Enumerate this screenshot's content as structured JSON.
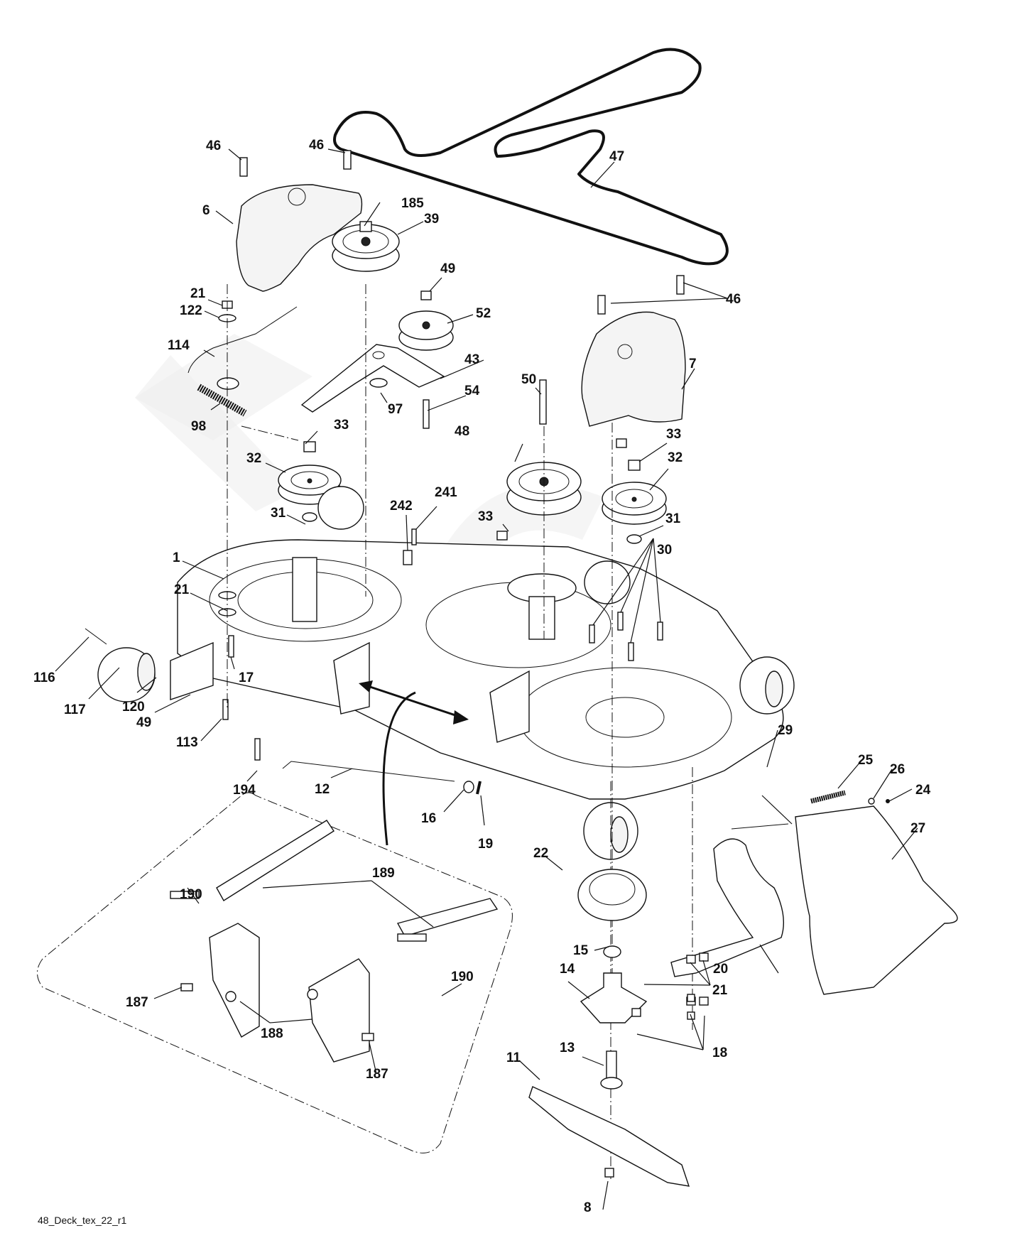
{
  "diagram": {
    "title_code": "48_Deck_tex_22_r1",
    "subject": "Mower deck exploded parts view",
    "callouts": [
      {
        "id": "c46a",
        "label": "46",
        "part": "bolt"
      },
      {
        "id": "c46b",
        "label": "46",
        "part": "bolt"
      },
      {
        "id": "c47",
        "label": "47",
        "part": "drive belt"
      },
      {
        "id": "c6",
        "label": "6",
        "part": "left belt cover"
      },
      {
        "id": "c185",
        "label": "185",
        "part": "nut"
      },
      {
        "id": "c39",
        "label": "39",
        "part": "idler pulley"
      },
      {
        "id": "c49a",
        "label": "49",
        "part": "nut"
      },
      {
        "id": "c52",
        "label": "52",
        "part": "idler pulley"
      },
      {
        "id": "c21a",
        "label": "21",
        "part": "nut"
      },
      {
        "id": "c122",
        "label": "122",
        "part": "washer"
      },
      {
        "id": "c46c",
        "label": "46",
        "part": "bolts"
      },
      {
        "id": "c114",
        "label": "114",
        "part": "idler rod"
      },
      {
        "id": "c43",
        "label": "43",
        "part": "idler arm"
      },
      {
        "id": "c7",
        "label": "7",
        "part": "right belt cover"
      },
      {
        "id": "c50",
        "label": "50",
        "part": "bolt"
      },
      {
        "id": "c54",
        "label": "54",
        "part": "bolt"
      },
      {
        "id": "c98",
        "label": "98",
        "part": "spring"
      },
      {
        "id": "c97",
        "label": "97",
        "part": "washer"
      },
      {
        "id": "c33a",
        "label": "33",
        "part": "nut"
      },
      {
        "id": "c48",
        "label": "48",
        "part": "idler pulley"
      },
      {
        "id": "c33b",
        "label": "33",
        "part": "nut"
      },
      {
        "id": "c32a",
        "label": "32",
        "part": "spindle pulley"
      },
      {
        "id": "c32b",
        "label": "32",
        "part": "spindle pulley"
      },
      {
        "id": "c242",
        "label": "242",
        "part": "bumper"
      },
      {
        "id": "c241",
        "label": "241",
        "part": "screw"
      },
      {
        "id": "c31a",
        "label": "31",
        "part": "washer"
      },
      {
        "id": "c33c",
        "label": "33",
        "part": "nut"
      },
      {
        "id": "c31b",
        "label": "31",
        "part": "washer"
      },
      {
        "id": "c30",
        "label": "30",
        "part": "bolts"
      },
      {
        "id": "c1",
        "label": "1",
        "part": "deck housing"
      },
      {
        "id": "c21b",
        "label": "21",
        "part": "nut"
      },
      {
        "id": "c116",
        "label": "116",
        "part": "bolt"
      },
      {
        "id": "c17",
        "label": "17",
        "part": "bolt"
      },
      {
        "id": "c117",
        "label": "117",
        "part": "gauge wheel"
      },
      {
        "id": "c120",
        "label": "120",
        "part": "spacer"
      },
      {
        "id": "c49b",
        "label": "49",
        "part": "nut"
      },
      {
        "id": "c113",
        "label": "113",
        "part": "bolt"
      },
      {
        "id": "c194",
        "label": "194",
        "part": "bolt"
      },
      {
        "id": "c12",
        "label": "12",
        "part": "stabilizer rod"
      },
      {
        "id": "c29",
        "label": "29",
        "part": "hinge rod"
      },
      {
        "id": "c25",
        "label": "25",
        "part": "spring"
      },
      {
        "id": "c26",
        "label": "26",
        "part": "washer"
      },
      {
        "id": "c24",
        "label": "24",
        "part": "push nut"
      },
      {
        "id": "c16",
        "label": "16",
        "part": "washer"
      },
      {
        "id": "c19",
        "label": "19",
        "part": "pin"
      },
      {
        "id": "c27",
        "label": "27",
        "part": "discharge chute"
      },
      {
        "id": "c22",
        "label": "22",
        "part": "bearing housing"
      },
      {
        "id": "c190a",
        "label": "190",
        "part": "bolt"
      },
      {
        "id": "c189",
        "label": "189",
        "part": "hanger arms"
      },
      {
        "id": "c190b",
        "label": "190",
        "part": "bolt"
      },
      {
        "id": "c15",
        "label": "15",
        "part": "bearing"
      },
      {
        "id": "c14",
        "label": "14",
        "part": "spindle housing"
      },
      {
        "id": "c20",
        "label": "20",
        "part": "chute bracket"
      },
      {
        "id": "c21c",
        "label": "21",
        "part": "nuts"
      },
      {
        "id": "c187a",
        "label": "187",
        "part": "pin"
      },
      {
        "id": "c188",
        "label": "188",
        "part": "nuts"
      },
      {
        "id": "c187b",
        "label": "187",
        "part": "pin"
      },
      {
        "id": "c18",
        "label": "18",
        "part": "bolts"
      },
      {
        "id": "c13",
        "label": "13",
        "part": "spindle shaft"
      },
      {
        "id": "c11",
        "label": "11",
        "part": "blade"
      },
      {
        "id": "c8",
        "label": "8",
        "part": "blade bolt"
      }
    ]
  }
}
